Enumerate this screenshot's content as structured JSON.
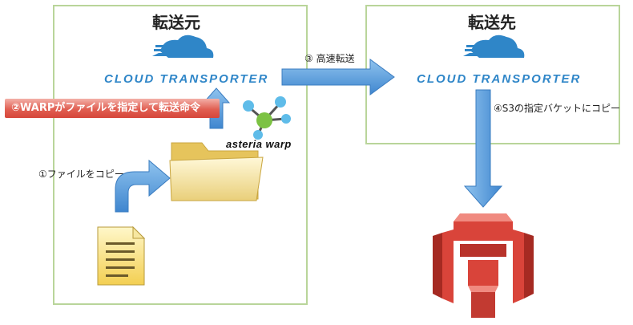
{
  "source": {
    "title": "転送元",
    "brand": "CLOUD TRANSPORTER",
    "logo_text": "asteria warp"
  },
  "destination": {
    "title": "転送先",
    "brand": "CLOUD TRANSPORTER"
  },
  "steps": {
    "step1": "①ファイルをコピー",
    "step2": "②WARPがファイルを指定して転送命令",
    "step3": "③ 高速転送",
    "step4": "④S3の指定バケットにコピー"
  },
  "colors": {
    "box_border": "#b9d59a",
    "arrow_blue": "#4f96d8",
    "brand_blue": "#2f86c8",
    "banner_red": "#e15f52",
    "s3_red": "#d9443a"
  },
  "icons": [
    "cloud-icon",
    "folder-icon",
    "document-icon",
    "molecule-logo-icon",
    "s3-bucket-icon"
  ]
}
